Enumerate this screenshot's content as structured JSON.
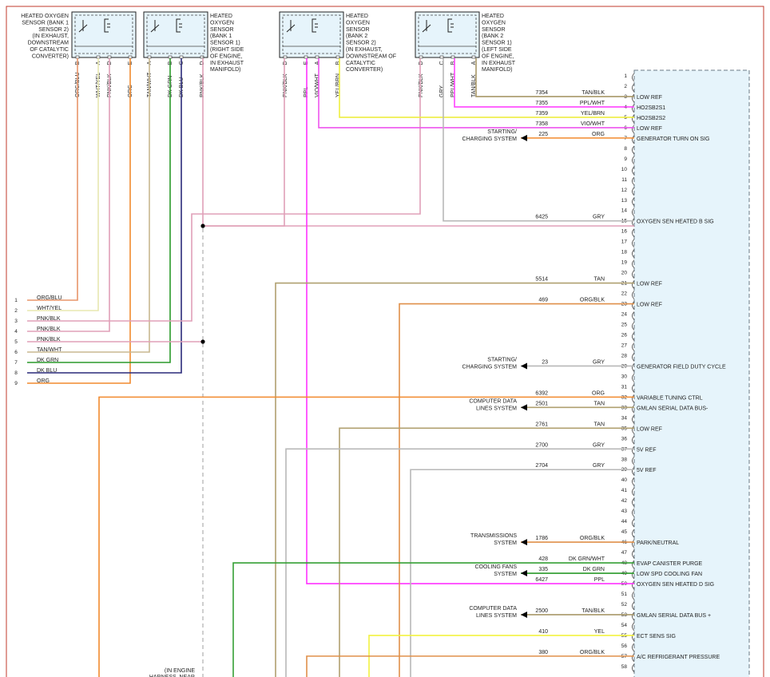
{
  "sensors": [
    {
      "lines": [
        "HEATED OXYGEN",
        "SENSOR (BANK 1",
        "SENSOR 2)",
        "(IN EXHAUST,",
        "DOWNSTREAM",
        "OF CATALYTIC",
        "CONVERTER)"
      ],
      "align": "left",
      "pins": [
        {
          "color": "ORG/BLU",
          "pin": "B"
        },
        {
          "color": "WHT/YEL",
          "pin": "A"
        },
        {
          "color": "PNK/BLK",
          "pin": "D"
        },
        {
          "color": "ORG",
          "pin": "E"
        }
      ]
    },
    {
      "lines": [
        "HEATED",
        "OXYGEN",
        "SENSOR",
        "(BANK 1",
        "SENSOR 1)",
        "(RIGHT SIDE",
        "OF ENGINE,",
        "IN EXHAUST",
        "MANIFOLD)"
      ],
      "align": "right",
      "pins": [
        {
          "color": "TAN/WHT",
          "pin": "A"
        },
        {
          "color": "DK GRN",
          "pin": "B"
        },
        {
          "color": "DK BLU",
          "pin": "C"
        },
        {
          "color": "PNK/BLK",
          "pin": "D"
        }
      ]
    },
    {
      "lines": [
        "HEATED",
        "OXYGEN",
        "SENSOR",
        "(BANK 2",
        "SENSOR 2)",
        "(IN EXHAUST,",
        "DOWNSTREAM OF",
        "CATALYTIC",
        "CONVERTER)"
      ],
      "align": "right",
      "pins": [
        {
          "color": "PNK/BLK",
          "pin": "D"
        },
        {
          "color": "PPL",
          "pin": "E"
        },
        {
          "color": "VIO/WHT",
          "pin": "A"
        },
        {
          "color": "YEL/BRN",
          "pin": "B"
        }
      ]
    },
    {
      "lines": [
        "HEATED",
        "OXYGEN",
        "SENSOR",
        "(BANK 2",
        "SENSOR 1)",
        "(LEFT SIDE",
        "OF ENGINE,",
        "IN EXHAUST",
        "MANIFOLD)"
      ],
      "align": "right",
      "pins": [
        {
          "color": "PNK/BLK",
          "pin": "D"
        },
        {
          "color": "GRY",
          "pin": "C"
        },
        {
          "color": "PPL/WHT",
          "pin": "B"
        },
        {
          "color": "TAN/BLK",
          "pin": "A"
        }
      ]
    }
  ],
  "connector": [
    {
      "n": "1",
      "label": "ORG/BLU"
    },
    {
      "n": "2",
      "label": "WHT/YEL"
    },
    {
      "n": "3",
      "label": "PNK/BLK"
    },
    {
      "n": "4",
      "label": "PNK/BLK"
    },
    {
      "n": "5",
      "label": "PNK/BLK"
    },
    {
      "n": "6",
      "label": "TAN/WHT"
    },
    {
      "n": "7",
      "label": "DK GRN"
    },
    {
      "n": "8",
      "label": "DK BLU"
    },
    {
      "n": "9",
      "label": "ORG"
    }
  ],
  "engine_note": [
    "(IN ENGINE",
    "HARNESS, NEAR"
  ],
  "ecm_pins": [
    {
      "pin": "3",
      "circuit": "7354",
      "color": "TAN/BLK",
      "signal": "LOW REF"
    },
    {
      "pin": "4",
      "circuit": "7355",
      "color": "PPL/WHT",
      "signal": "HO2SB2S1"
    },
    {
      "pin": "5",
      "circuit": "7359",
      "color": "YEL/BRN",
      "signal": "HO2SB2S2"
    },
    {
      "pin": "6",
      "circuit": "7358",
      "color": "VIO/WHT",
      "signal": "LOW REF"
    },
    {
      "pin": "7",
      "circuit": "225",
      "color": "ORG",
      "signal": "GENERATOR TURN ON SIG",
      "dest": [
        "STARTING/",
        "CHARGING SYSTEM"
      ]
    },
    {
      "pin": "15",
      "circuit": "6425",
      "color": "GRY",
      "signal": "OXYGEN SEN HEATED B SIG"
    },
    {
      "pin": "21",
      "circuit": "5514",
      "color": "TAN",
      "signal": "LOW REF"
    },
    {
      "pin": "23",
      "circuit": "469",
      "color": "ORG/BLK",
      "signal": "LOW REF"
    },
    {
      "pin": "29",
      "circuit": "23",
      "color": "GRY",
      "signal": "GENERATOR FIELD DUTY CYCLE",
      "dest": [
        "STARTING/",
        "CHARGING SYSTEM"
      ]
    },
    {
      "pin": "32",
      "circuit": "6392",
      "color": "ORG",
      "signal": "VARIABLE TUNING CTRL"
    },
    {
      "pin": "33",
      "circuit": "2501",
      "color": "TAN",
      "signal": "GMLAN SERIAL DATA BUS-",
      "dest": [
        "COMPUTER DATA",
        "LINES SYSTEM"
      ]
    },
    {
      "pin": "35",
      "circuit": "2761",
      "color": "TAN",
      "signal": "LOW REF"
    },
    {
      "pin": "37",
      "circuit": "2700",
      "color": "GRY",
      "signal": "5V REF"
    },
    {
      "pin": "39",
      "circuit": "2704",
      "color": "GRY",
      "signal": "5V REF"
    },
    {
      "pin": "46",
      "circuit": "1786",
      "color": "ORG/BLK",
      "signal": "PARK/NEUTRAL",
      "dest": [
        "TRANSMISSIONS",
        "SYSTEM"
      ]
    },
    {
      "pin": "48",
      "circuit": "428",
      "color": "DK GRN/WHT",
      "signal": "EVAP CANISTER PURGE"
    },
    {
      "pin": "49",
      "circuit": "335",
      "color": "DK GRN",
      "signal": "LOW SPD COOLING FAN",
      "dest": [
        "COOLING FANS",
        "SYSTEM"
      ]
    },
    {
      "pin": "50",
      "circuit": "6427",
      "color": "PPL",
      "signal": "OXYGEN SEN HEATED D SIG"
    },
    {
      "pin": "53",
      "circuit": "2500",
      "color": "TAN/BLK",
      "signal": "GMLAN SERIAL DATA BUS +",
      "dest": [
        "COMPUTER DATA",
        "LINES SYSTEM"
      ]
    },
    {
      "pin": "55",
      "circuit": "410",
      "color": "YEL",
      "signal": "ECT SENS SIG"
    },
    {
      "pin": "57",
      "circuit": "380",
      "color": "ORG/BLK",
      "signal": "A/C REFRIGERANT PRESSURE"
    }
  ],
  "ecm_pin_count": 58,
  "colors": {
    "ORG": "#f28a2e",
    "ORG/BLU": "#e8956a",
    "WHT/YEL": "#e8e8b0",
    "PNK/BLK": "#e0a0b8",
    "TAN/WHT": "#c8b890",
    "DK GRN": "#2a9a2a",
    "DK BLU": "#2a2a7a",
    "TAN": "#b0a070",
    "TAN/BLK": "#a89868",
    "PPL": "#ff33ff",
    "PPL/WHT": "#ff44ff",
    "YEL/BRN": "#eeee40",
    "VIO/WHT": "#ee55ee",
    "GRY": "#b8b8b8",
    "ORG/BLK": "#e0904a",
    "DK GRN/WHT": "#35a035",
    "YEL": "#f2f240",
    "box": "#e6f4fb"
  }
}
